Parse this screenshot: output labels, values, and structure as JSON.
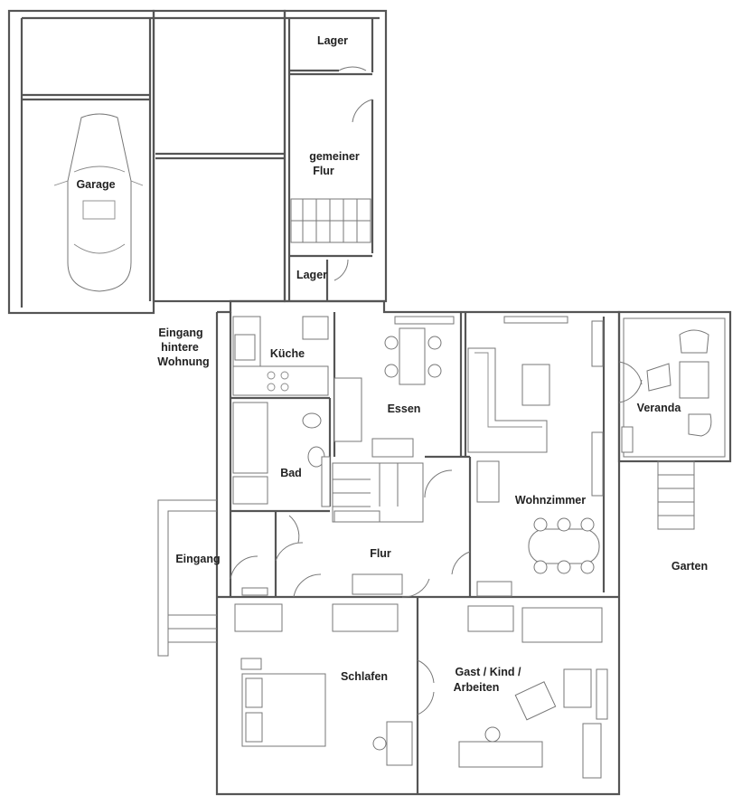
{
  "floor_plan": {
    "rooms": {
      "lager_top": "Lager",
      "gemeiner_flur_1": "gemeiner",
      "gemeiner_flur_2": "Flur",
      "lager_bottom": "Lager",
      "garage": "Garage",
      "kueche": "Küche",
      "essen": "Essen",
      "wohnzimmer": "Wohnzimmer",
      "veranda": "Veranda",
      "bad": "Bad",
      "flur": "Flur",
      "eingang": "Eingang",
      "garten": "Garten",
      "schlafen": "Schlafen",
      "gast_1": "Gast / Kind /",
      "gast_2": "Arbeiten"
    },
    "rear_entrance": [
      "Eingang",
      "hintere",
      "Wohnung"
    ],
    "colors": {
      "wall": "#555555",
      "line": "#777777",
      "background": "#ffffff"
    }
  }
}
